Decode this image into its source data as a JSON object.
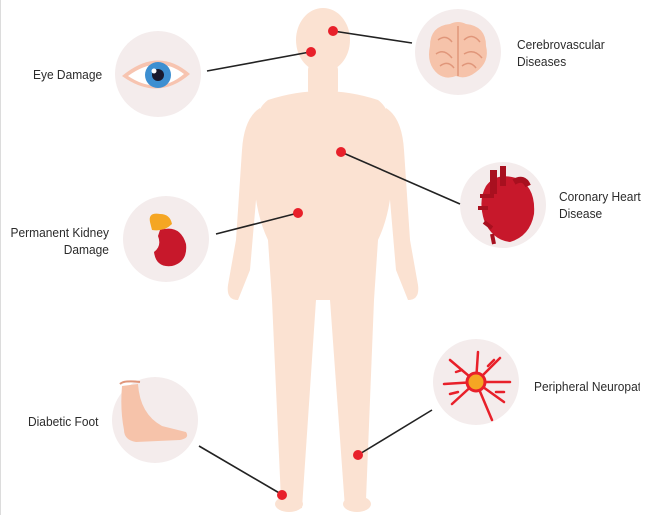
{
  "diagram": {
    "labels": {
      "eye": "Eye Damage",
      "brain_line1": "Cerebrovascular",
      "brain_line2": "Diseases",
      "heart_line1": "Coronary Heart",
      "heart_line2": "Disease",
      "kidney_line1": "Permanent Kidney",
      "kidney_line2": "Damage",
      "foot": "Diabetic Foot",
      "neuro": "Peripheral Neuropathy"
    },
    "icons": [
      "eye-icon",
      "brain-icon",
      "heart-icon",
      "kidney-icon",
      "foot-icon",
      "neuron-icon"
    ],
    "colors": {
      "body": "#fbe2d2",
      "circle": "#f4ecec",
      "marker": "#e8202a",
      "line": "#222222",
      "text": "#2b2b2b"
    }
  }
}
